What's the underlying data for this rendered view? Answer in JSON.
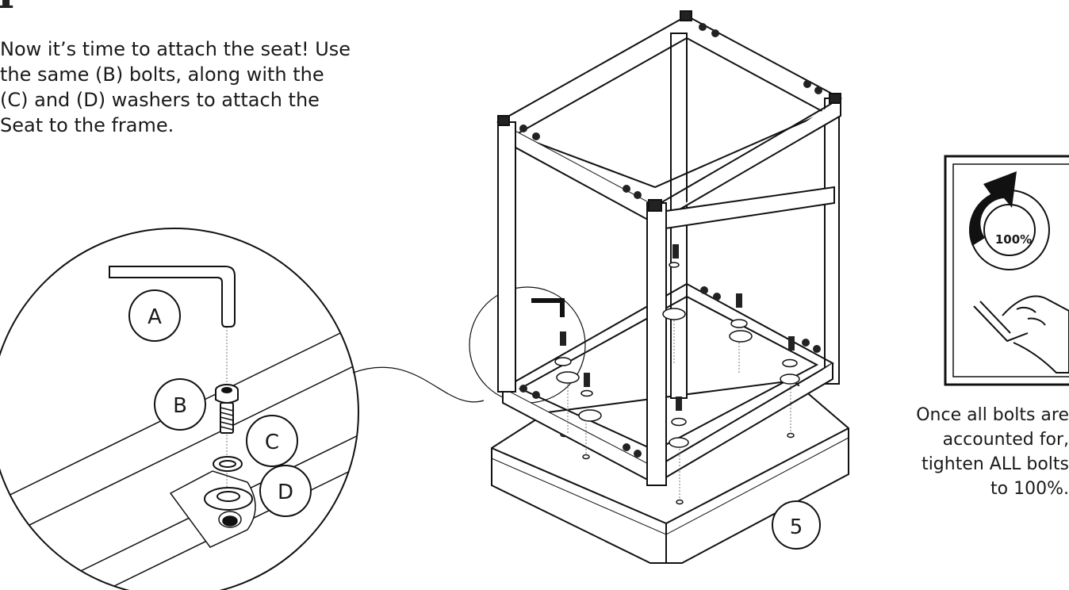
{
  "heading": "p",
  "intro_lines": [
    "Now it’s time to attach the seat! Use",
    "the same (B) bolts, along with the",
    "(C) and (D) washers to attach the",
    "Seat to the frame."
  ],
  "parts": {
    "a": "A",
    "b": "B",
    "c": "C",
    "d": "D"
  },
  "step_number": "5",
  "tighten_icon": {
    "percent": "100%",
    "icon": "rotation-arrow-with-hand-wrench"
  },
  "note_lines": [
    "Once all bolts are",
    "accounted for,",
    "tighten ALL bolts",
    "to 100%."
  ]
}
